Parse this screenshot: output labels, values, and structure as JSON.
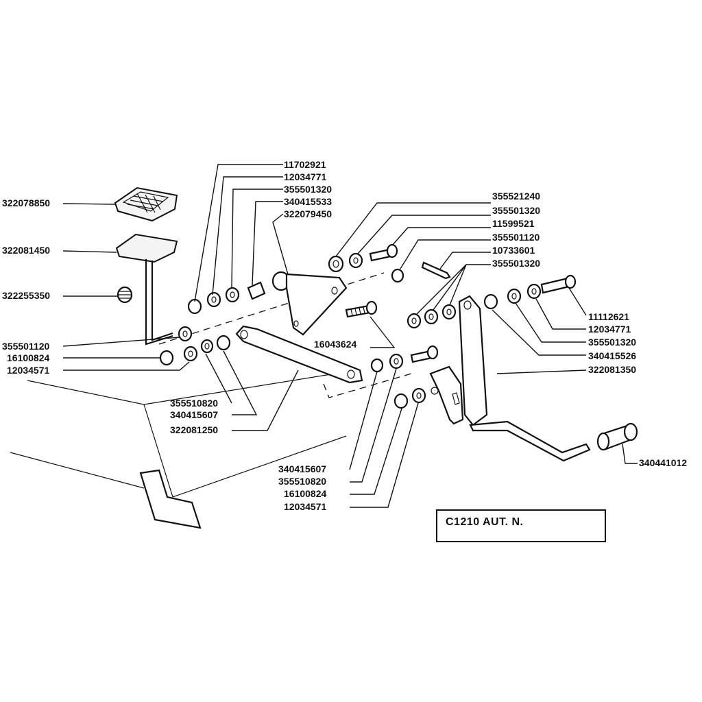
{
  "title_box": {
    "code": "C1210  AUT. N."
  },
  "labels": [
    "11702921",
    "12034771",
    "355501320",
    "340415533",
    "322079450",
    "322078850",
    "322081450",
    "322255350",
    "355501120",
    "16100824",
    "12034571",
    "355510820",
    "340415607",
    "322081250",
    "355521240",
    "355501320",
    "11599521",
    "355501120",
    "10733601",
    "355501320",
    "16043624",
    "11112621",
    "12034771",
    "355501320",
    "340415526",
    "322081350",
    "340415607",
    "355510820",
    "16100824",
    "12034571",
    "340441012"
  ]
}
